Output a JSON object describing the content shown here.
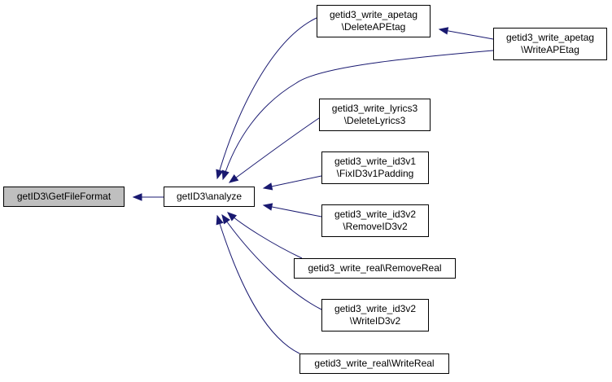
{
  "graph": {
    "focus": {
      "id": "getFileFormat",
      "lines": [
        "getID3\\GetFileFormat"
      ]
    },
    "nodes": [
      {
        "id": "analyze",
        "lines": [
          "getID3\\analyze"
        ]
      },
      {
        "id": "deleteApe",
        "lines": [
          "getid3_write_apetag",
          "\\DeleteAPEtag"
        ]
      },
      {
        "id": "writeApe",
        "lines": [
          "getid3_write_apetag",
          "\\WriteAPEtag"
        ]
      },
      {
        "id": "deleteLyrics3",
        "lines": [
          "getid3_write_lyrics3",
          "\\DeleteLyrics3"
        ]
      },
      {
        "id": "fixId3v1",
        "lines": [
          "getid3_write_id3v1",
          "\\FixID3v1Padding"
        ]
      },
      {
        "id": "removeId3v2",
        "lines": [
          "getid3_write_id3v2",
          "\\RemoveID3v2"
        ]
      },
      {
        "id": "removeReal",
        "lines": [
          "getid3_write_real\\RemoveReal"
        ]
      },
      {
        "id": "writeId3v2",
        "lines": [
          "getid3_write_id3v2",
          "\\WriteID3v2"
        ]
      },
      {
        "id": "writeReal",
        "lines": [
          "getid3_write_real\\WriteReal"
        ]
      }
    ],
    "edges": [
      {
        "from": "analyze",
        "to": "getFileFormat"
      },
      {
        "from": "deleteApe",
        "to": "analyze"
      },
      {
        "from": "writeApe",
        "to": "analyze"
      },
      {
        "from": "writeApe",
        "to": "deleteApe"
      },
      {
        "from": "deleteLyrics3",
        "to": "analyze"
      },
      {
        "from": "fixId3v1",
        "to": "analyze"
      },
      {
        "from": "removeId3v2",
        "to": "analyze"
      },
      {
        "from": "removeReal",
        "to": "analyze"
      },
      {
        "from": "writeId3v2",
        "to": "analyze"
      },
      {
        "from": "writeReal",
        "to": "analyze"
      }
    ],
    "colors": {
      "edge": "#191970",
      "focus_fill": "#bfbfbf",
      "node_fill": "#ffffff",
      "border": "#000000"
    }
  }
}
